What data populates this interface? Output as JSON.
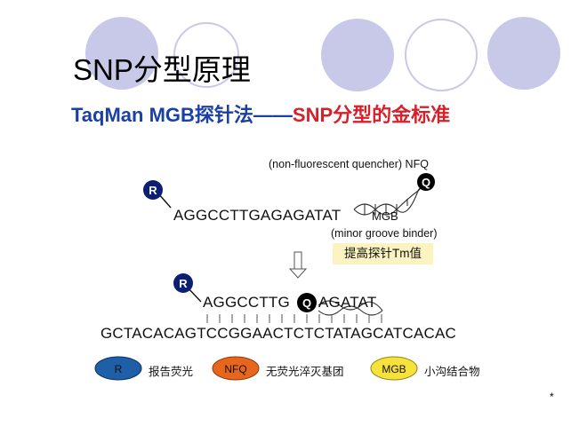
{
  "title": "SNP分型原理",
  "subtitle": {
    "part1": "TaqMan MGB探针法——",
    "part2": "SNP分型的金标准"
  },
  "probe": {
    "reporter_letter": "R",
    "quencher_letter": "Q",
    "sequence": "AGGCCTTGAGAGATAT",
    "nfq_label": "(non-fluorescent quencher) NFQ",
    "mgb_label": "MGB",
    "mgb_desc": "(minor groove binder)",
    "tm_note": "提高探针Tm值"
  },
  "hybrid": {
    "probe_left": "AGGCCTTG",
    "probe_right": "AGATAT",
    "target": "GCTACACAGTCCGGAACTCTCTATAGCATCACAC"
  },
  "legend": [
    {
      "code": "R",
      "text": "报告荧光",
      "color": "#1f5fa8"
    },
    {
      "code": "NFQ",
      "text": "无荧光淬灭基团",
      "color": "#e8661c"
    },
    {
      "code": "MGB",
      "text": "小沟结合物",
      "color": "#f6e23a"
    }
  ],
  "colors": {
    "circle": "#c8c8e8",
    "title_blue": "#1a3fa6",
    "title_red": "#d8202a",
    "reporter": "#0d1f73",
    "quencher": "#000000"
  },
  "footnote": "*"
}
